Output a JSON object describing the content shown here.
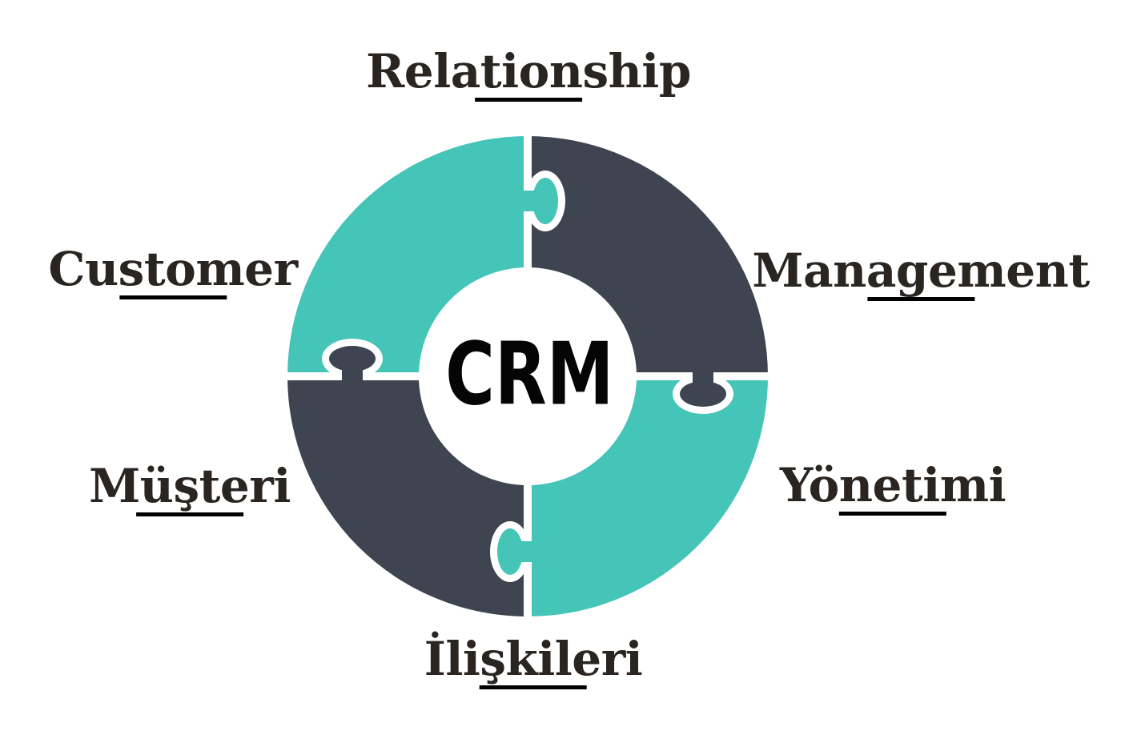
{
  "diagram": {
    "type": "puzzle-ring",
    "center_text": "CRM",
    "labels": {
      "top": "Relationship",
      "left_upper": "Customer",
      "right_upper": "Management",
      "left_lower": "Müşteri",
      "right_lower": "Yönetimi",
      "bottom": "İlişkileri"
    },
    "pieces": [
      {
        "position": "top-left",
        "color_key": "teal",
        "nearest_label": "Customer / Relationship"
      },
      {
        "position": "top-right",
        "color_key": "dark",
        "nearest_label": "Relationship / Management"
      },
      {
        "position": "bottom-right",
        "color_key": "teal",
        "nearest_label": "Yönetimi / İlişkileri"
      },
      {
        "position": "bottom-left",
        "color_key": "dark",
        "nearest_label": "Müşteri / İlişkileri"
      }
    ]
  },
  "colors": {
    "teal": "#45c4b8",
    "dark": "#3e4450",
    "background": "#ffffff",
    "gap": "#ffffff",
    "label_text": "#2b2522",
    "underline": "#000000",
    "center_text": "#050505"
  }
}
